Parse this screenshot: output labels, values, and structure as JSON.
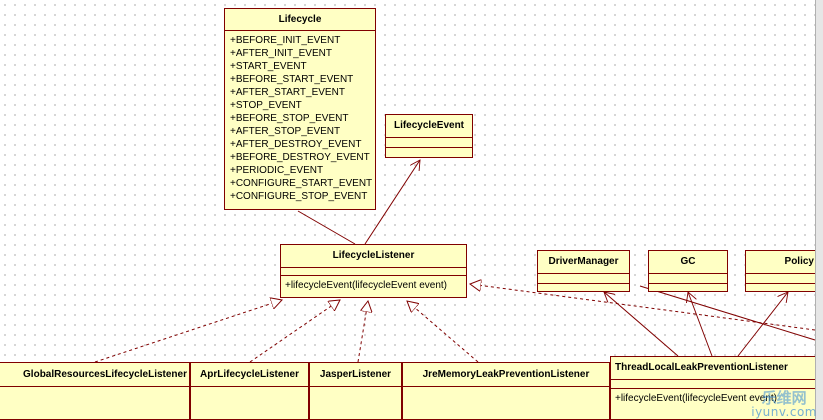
{
  "classes": {
    "lifecycle": {
      "name": "Lifecycle",
      "attributes": [
        "+BEFORE_INIT_EVENT",
        "+AFTER_INIT_EVENT",
        "+START_EVENT",
        "+BEFORE_START_EVENT",
        "+AFTER_START_EVENT",
        "+STOP_EVENT",
        "+BEFORE_STOP_EVENT",
        "+AFTER_STOP_EVENT",
        "+AFTER_DESTROY_EVENT",
        "+BEFORE_DESTROY_EVENT",
        "+PERIODIC_EVENT",
        "+CONFIGURE_START_EVENT",
        "+CONFIGURE_STOP_EVENT"
      ]
    },
    "lifecycle_event": {
      "name": "LifecycleEvent"
    },
    "lifecycle_listener": {
      "name": "LifecycleListener",
      "operations": [
        "+lifecycleEvent(lifecycleEvent event)"
      ]
    },
    "driver_manager": {
      "name": "DriverManager"
    },
    "gc": {
      "name": "GC"
    },
    "policy": {
      "name": "Policy"
    },
    "global_resources": {
      "name": "GlobalResourcesLifecycleListener"
    },
    "apr": {
      "name": "AprLifecycleListener"
    },
    "jasper": {
      "name": "JasperListener"
    },
    "jre_memory": {
      "name": "JreMemoryLeakPreventionListener"
    },
    "thread_local": {
      "name": "ThreadLocalLeakPreventionListener",
      "operations": [
        "+lifecycleEvent(lifecycleEvent event)"
      ]
    }
  },
  "watermark": {
    "line1": "乐维网",
    "line2": "iyunv.com"
  },
  "colors": {
    "fill": "#ffffc4",
    "border": "#800000",
    "edge": "#800000"
  }
}
